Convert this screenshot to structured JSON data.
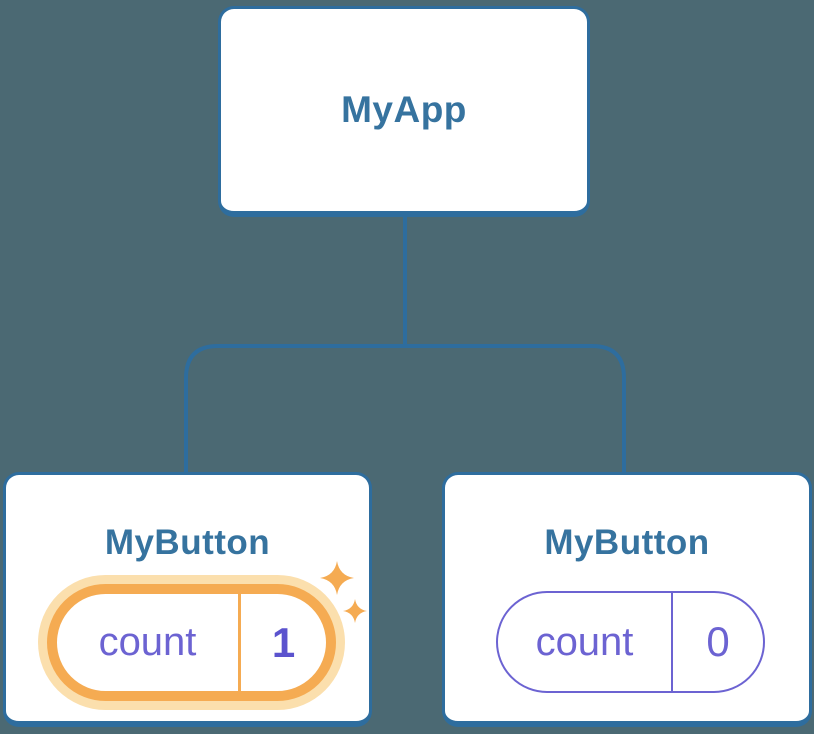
{
  "colors": {
    "background": "#4b6973",
    "connector_line": "#2e6d9e",
    "card_border": "#2e6d9e",
    "node_title": "#36739f",
    "state_purple": "#6c63d2",
    "highlight_orange": "#f5ab52",
    "highlight_halo": "#fbdfad",
    "value_highlight": "#5b53ce"
  },
  "icons": {
    "sparkle": "four-point-star"
  },
  "tree": {
    "root": {
      "label": "MyApp"
    },
    "children": [
      {
        "label": "MyButton",
        "state_name": "count",
        "state_value": "1",
        "highlighted": true
      },
      {
        "label": "MyButton",
        "state_name": "count",
        "state_value": "0",
        "highlighted": false
      }
    ]
  }
}
